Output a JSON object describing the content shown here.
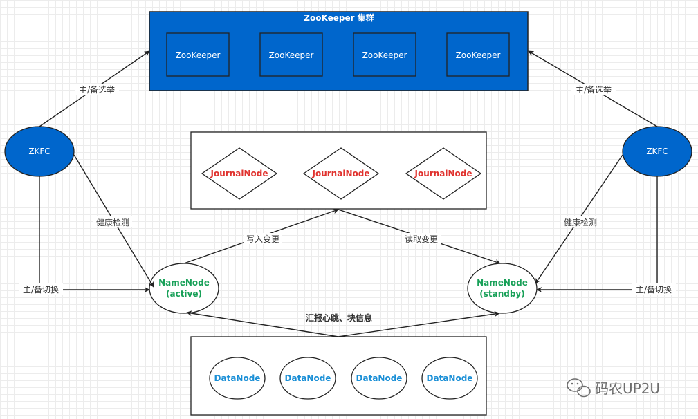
{
  "zookeeper_cluster": {
    "title": "ZooKeeper 集群",
    "nodes": [
      "ZooKeeper",
      "ZooKeeper",
      "ZooKeeper",
      "ZooKeeper"
    ]
  },
  "zkfc": {
    "left_label": "ZKFC",
    "right_label": "ZKFC"
  },
  "journal_nodes": [
    "JournalNode",
    "JournalNode",
    "JournalNode"
  ],
  "namenodes": {
    "active": {
      "line1": "NameNode",
      "line2": "(active)"
    },
    "standby": {
      "line1": "NameNode",
      "line2": "(standby)"
    }
  },
  "data_nodes": [
    "DataNode",
    "DataNode",
    "DataNode",
    "DataNode"
  ],
  "edge_labels": {
    "election_left": "主/备选举",
    "election_right": "主/备选举",
    "health_left": "健康检测",
    "health_right": "健康检测",
    "switch_left": "主/备切换",
    "switch_right": "主/备切换",
    "write_changes": "写入变更",
    "read_changes": "读取变更",
    "report": "汇报心跳、块信息"
  },
  "watermark": {
    "icon": "wechat-icon",
    "text": "码农UP2U"
  },
  "colors": {
    "zookeeper_fill": "#0066cc",
    "zkfc_fill": "#0066cc",
    "journal_text": "#e0322e",
    "namenode_text": "#18a058",
    "datanode_text": "#1a8fd6"
  }
}
